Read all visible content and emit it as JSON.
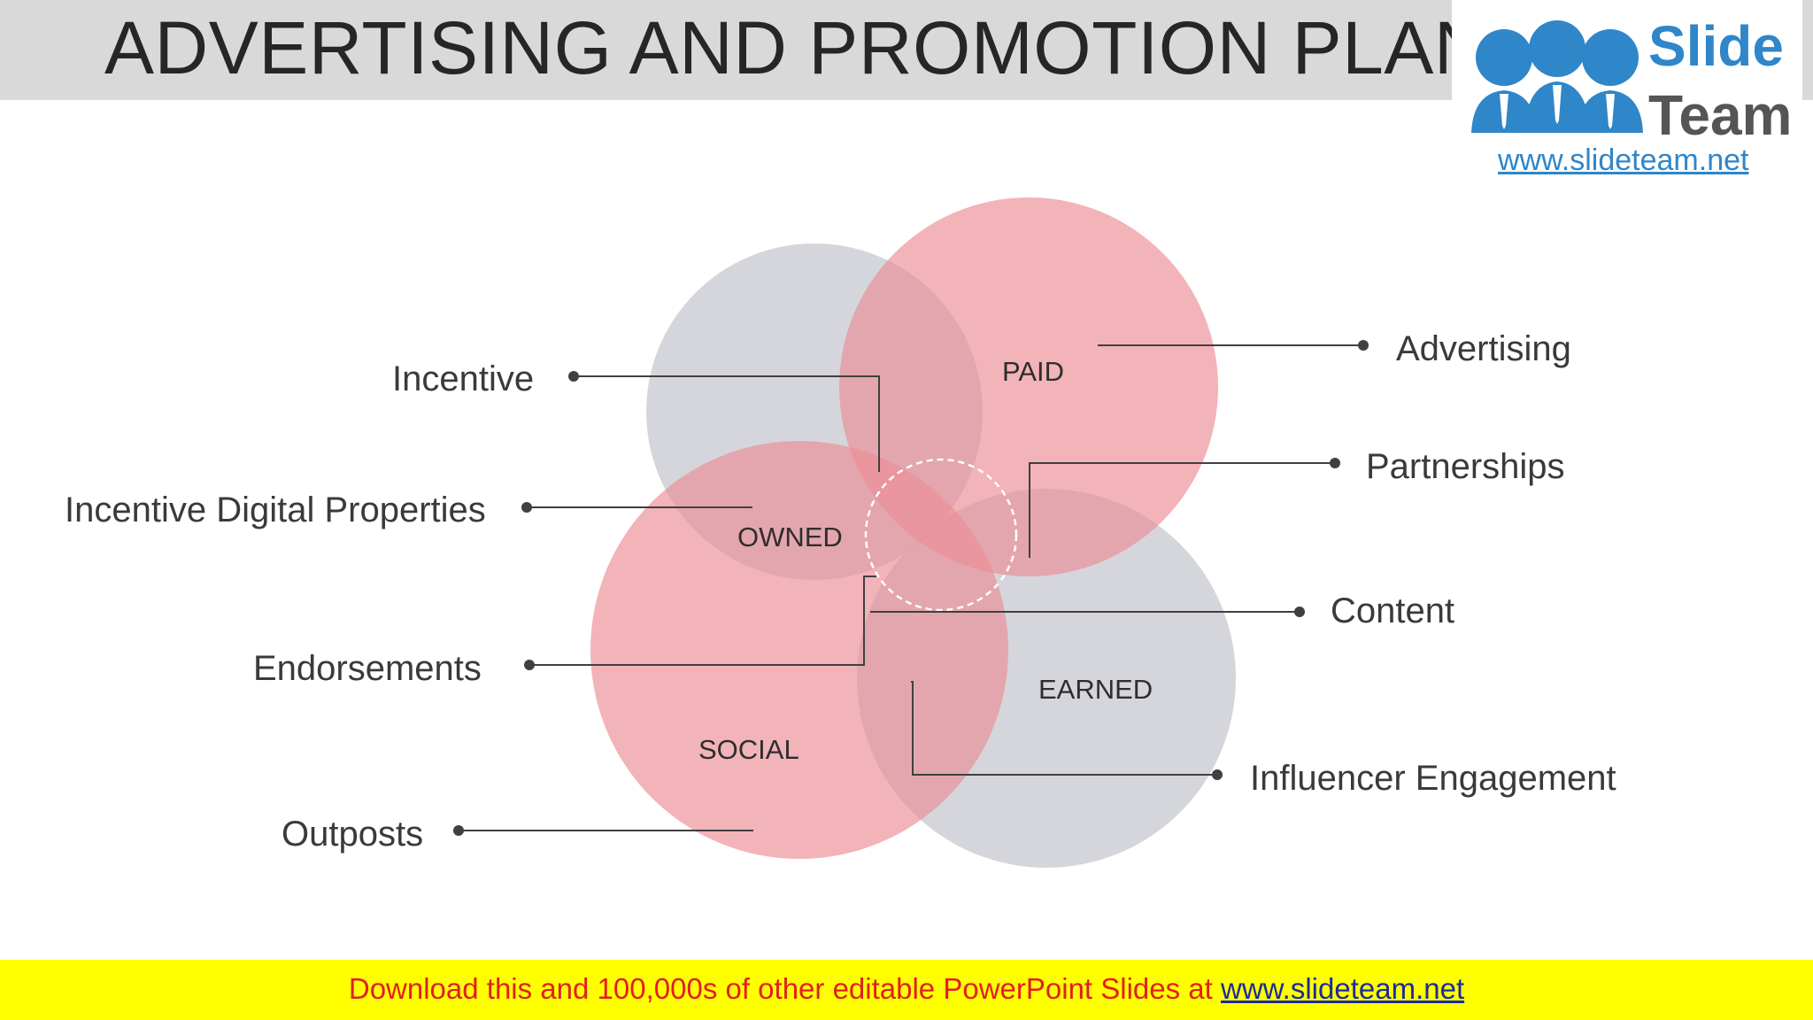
{
  "slide": {
    "title": "ADVERTISING AND PROMOTION PLAN"
  },
  "logo": {
    "word1": "Slide",
    "word2": "Team",
    "url": "www.slideteam.net"
  },
  "diagram": {
    "circles": {
      "paid": "PAID",
      "owned": "OWNED",
      "earned": "EARNED",
      "social": "SOCIAL"
    },
    "left_labels": {
      "incentive": "Incentive",
      "incentive_digital": "Incentive Digital Properties",
      "endorsements": "Endorsements",
      "outposts": "Outposts"
    },
    "right_labels": {
      "advertising": "Advertising",
      "partnerships": "Partnerships",
      "content": "Content",
      "influencer": "Influencer Engagement"
    },
    "colors": {
      "gray_circle": "#c9ccd2",
      "red_circle": "#ec8f98",
      "connector": "#404040"
    }
  },
  "footer": {
    "text": "Download this and 100,000s of other editable PowerPoint Slides at ",
    "link": "www.slideteam.net"
  }
}
